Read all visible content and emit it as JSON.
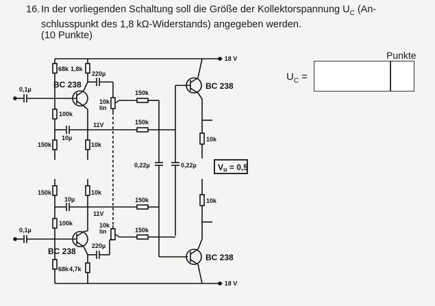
{
  "question": {
    "number": "16.",
    "line1": "In der vorliegenden Schaltung soll die Größe der Kollektorspannung U",
    "line1_sub": "C",
    "line1_end": " (An-",
    "line2": "schlusspunkt des 1,8 kΩ-Widerstands) angegeben werden.",
    "line3": "(10 Punkte)"
  },
  "answer": {
    "points_label": "Punkte",
    "uc_label": "U",
    "uc_sub": "C",
    "uc_eq": " ="
  },
  "schematic": {
    "supply_top": "+ 18 V",
    "supply_bottom": "+ 18 V",
    "r68k_top": "68k",
    "r1_8k": "1,8k",
    "c220u_top": "220µ",
    "transistor_1": "BC 238",
    "transistor_2": "BC 238",
    "transistor_3": "BC 238",
    "transistor_4": "BC 238",
    "c_in_top": "0,1µ",
    "pot_top": "10k",
    "pot_top_lin": "lin",
    "r100k_top": "100k",
    "v11_top": "11V",
    "c10u_top": "10µ",
    "r150k_top_left": "150k",
    "r10k_top_left": "10k",
    "r150k_a": "150k",
    "r150k_b": "150k",
    "r150k_c": "150k",
    "r150k_d": "150k",
    "r10k_right_top": "10k",
    "r10k_right_bottom": "10k",
    "c022_left": "0,22µ",
    "c022_right": "0,22µ",
    "vu_label": "V",
    "vu_sub": "u",
    "vu_value": " = 0,5",
    "r150k_bot_left": "150k",
    "r10k_bot_left": "10k",
    "c10u_bot": "10µ",
    "v11_bot": "11V",
    "r100k_bot": "100k",
    "pot_bot": "10k",
    "pot_bot_lin": "lin",
    "c_in_bot": "0,1µ",
    "c220u_bot": "220µ",
    "r68k_bot": "68k",
    "r4_7k": "4,7k"
  }
}
